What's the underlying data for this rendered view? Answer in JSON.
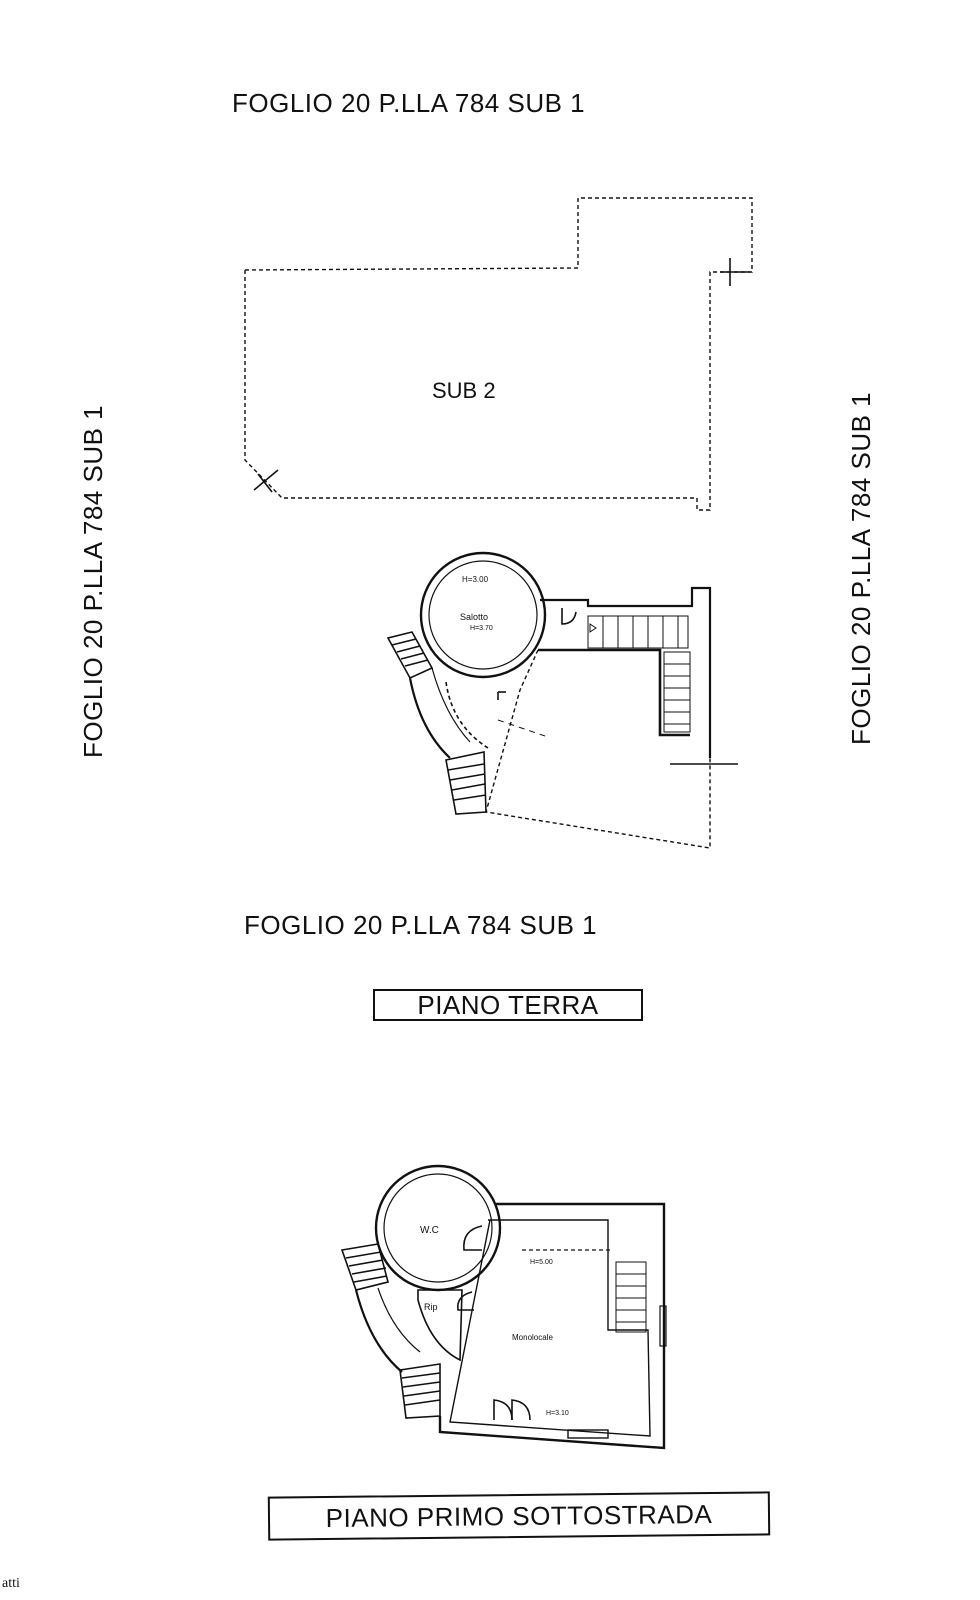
{
  "labels": {
    "top": "FOGLIO 20 P.LLA 784 SUB 1",
    "left": "FOGLIO 20 P.LLA 784 SUB 1",
    "right": "FOGLIO 20 P.LLA 784 SUB 1",
    "bottom": "FOGLIO 20 P.LLA 784 SUB 1"
  },
  "sub2": "SUB 2",
  "ground_floor": {
    "title": "PIANO TERRA",
    "room_name": "Salotto",
    "height_a": "H=3.00",
    "height_b": "H=3.70"
  },
  "first_basement": {
    "title": "PIANO PRIMO SOTTOSTRADA",
    "wc": "W.C",
    "rip": "Rip",
    "room_name": "Monolocale",
    "height_a": "H=5.00",
    "height_b": "H=3.10"
  },
  "corner_note": "atti"
}
